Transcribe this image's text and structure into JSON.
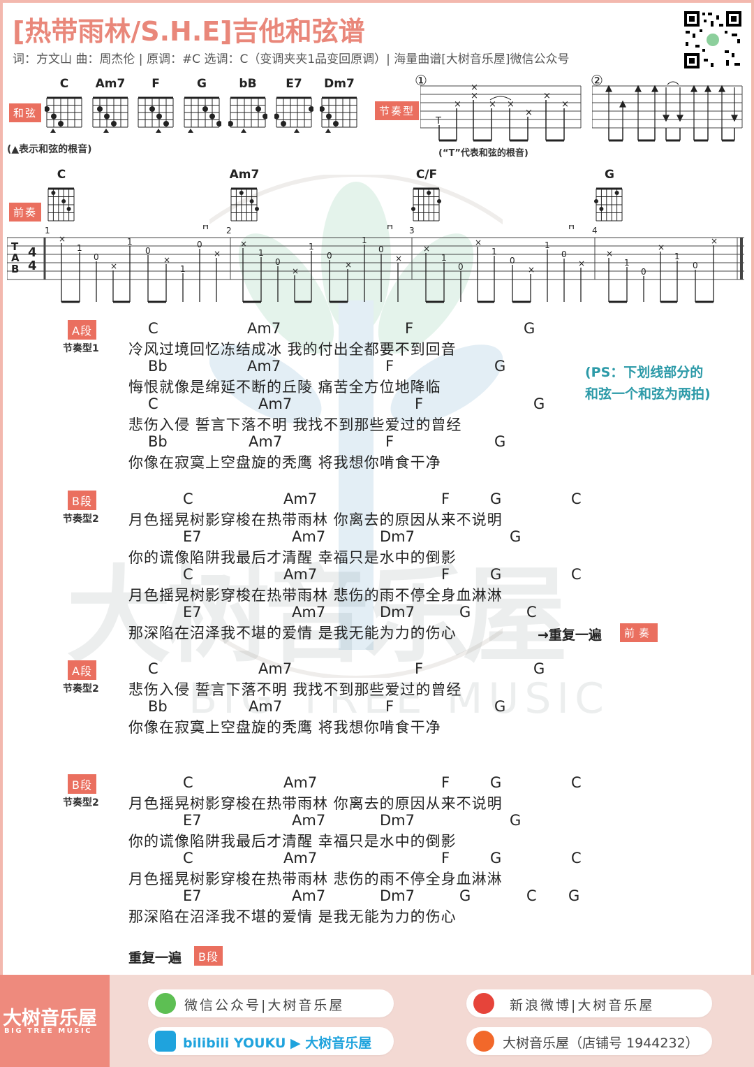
{
  "header": {
    "title": "[热带雨林/S.H.E]吉他和弦谱",
    "subtitle": "词：方文山  曲：周杰伦 | 原调：#C  选调：C（变调夹夹1品变回原调）| 海量曲谱[大树音乐屋]微信公众号"
  },
  "chord_section": {
    "tag": "和弦",
    "chords": [
      "C",
      "Am7",
      "F",
      "G",
      "bB",
      "E7",
      "Dm7"
    ],
    "root_note": "(▲表示和弦的根音)"
  },
  "rhythm_section": {
    "tag": "节奏型",
    "pattern1_num": "①",
    "pattern2_num": "②",
    "t_note": "(“T”代表和弦的根音)"
  },
  "intro": {
    "tag": "前奏",
    "chords": [
      "C",
      "Am7",
      "C/F",
      "G"
    ]
  },
  "sections": [
    {
      "tag": "A段",
      "sub": "节奏型1",
      "lines": [
        {
          "chords": [
            "C",
            "Am7",
            "F",
            "G"
          ],
          "lyric": "冷风过境回忆冻结成冰    我的付出全都要不到回音"
        },
        {
          "chords": [
            "Bb",
            "Am7",
            "F",
            "G"
          ],
          "lyric": "悔恨就像是绵延不断的丘陵    痛苦全方位地降临"
        },
        {
          "chords": [
            "C",
            "Am7",
            "F",
            "G"
          ],
          "lyric": "悲伤入侵  誓言下落不明    我找不到那些爱过的曾经"
        },
        {
          "chords": [
            "Bb",
            "Am7",
            "F",
            "G"
          ],
          "lyric": "你像在寂寞上空盘旋的秃鹰    将我想你啃食干净"
        }
      ]
    },
    {
      "tag": "B段",
      "sub": "节奏型2",
      "lines": [
        {
          "chords": [
            "C",
            "Am7",
            "F",
            "G",
            "C"
          ],
          "lyric": "月色摇晃树影穿梭在热带雨林    你离去的原因从来不说明"
        },
        {
          "chords": [
            "E7",
            "Am7",
            "Dm7",
            "G"
          ],
          "lyric": "你的谎像陷阱我最后才清醒    幸福只是水中的倒影"
        },
        {
          "chords": [
            "C",
            "Am7",
            "F",
            "G",
            "C"
          ],
          "lyric": "月色摇晃树影穿梭在热带雨林    悲伤的雨不停全身血淋淋"
        },
        {
          "chords": [
            "E7",
            "Am7",
            "Dm7",
            "G",
            "C"
          ],
          "lyric": "那深陷在沼泽我不堪的爱情    是我无能为力的伤心"
        }
      ],
      "repeat": "→重复一遍",
      "repeat_tag": "前奏"
    },
    {
      "tag": "A段",
      "sub": "节奏型2",
      "lines": [
        {
          "chords": [
            "C",
            "Am7",
            "F",
            "G"
          ],
          "lyric": "悲伤入侵  誓言下落不明    我找不到那些爱过的曾经"
        },
        {
          "chords": [
            "Bb",
            "Am7",
            "F",
            "G"
          ],
          "lyric": "你像在寂寞上空盘旋的秃鹰    将我想你啃食干净"
        }
      ]
    },
    {
      "tag": "B段",
      "sub": "节奏型2",
      "lines": [
        {
          "chords": [
            "C",
            "Am7",
            "F",
            "G",
            "C"
          ],
          "lyric": "月色摇晃树影穿梭在热带雨林    你离去的原因从来不说明"
        },
        {
          "chords": [
            "E7",
            "Am7",
            "Dm7",
            "G"
          ],
          "lyric": "你的谎像陷阱我最后才清醒    幸福只是水中的倒影"
        },
        {
          "chords": [
            "C",
            "Am7",
            "F",
            "G",
            "C"
          ],
          "lyric": "月色摇晃树影穿梭在热带雨林    悲伤的雨不停全身血淋淋"
        },
        {
          "chords": [
            "E7",
            "Am7",
            "Dm7",
            "G",
            "C",
            "G"
          ],
          "lyric": "那深陷在沼泽我不堪的爱情    是我无能为力的伤心"
        }
      ]
    }
  ],
  "ps_note": [
    "(PS：下划线部分的",
    "和弦一个和弦为两拍)"
  ],
  "final_repeat": {
    "text": "重复一遍",
    "tag": "B段"
  },
  "footer": {
    "logo": "大树音乐屋",
    "logo_sub": "BIG TREE MUSIC",
    "wechat": "微信公众号|大树音乐屋",
    "weibo": "新浪微博|大树音乐屋",
    "video": "bilibili YOUKU ▶ 大树音乐屋",
    "taobao": "大树音乐屋（店铺号 1944232）"
  },
  "watermark": {
    "big": "大树音乐屋",
    "small": "BIG TREE MUSIC"
  },
  "colors": {
    "accent": "#ea6f5f",
    "title": "#e9877a",
    "ps": "#2c9aa8",
    "footer": "#f3d9d3"
  }
}
